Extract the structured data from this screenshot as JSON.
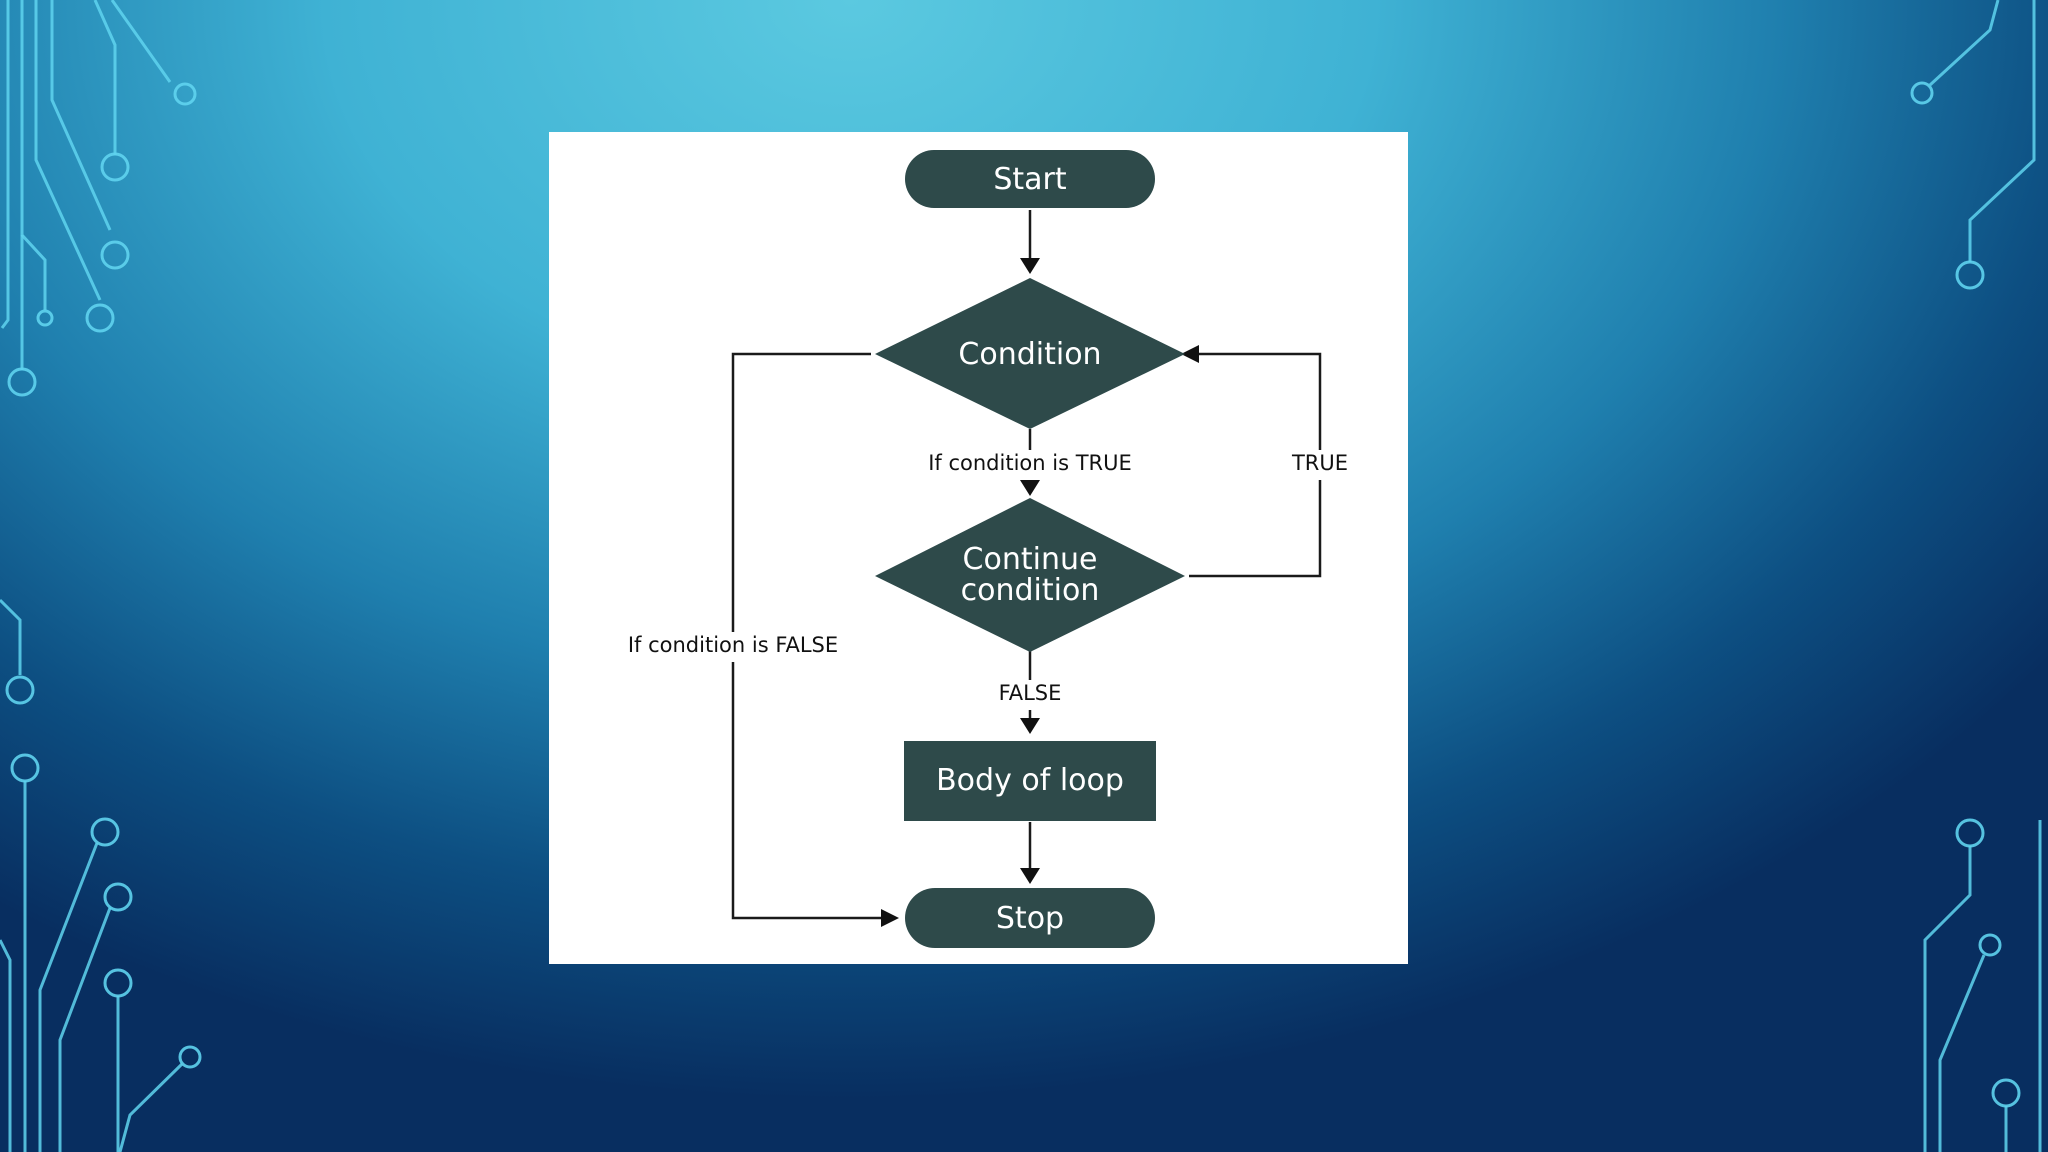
{
  "diagram": {
    "nodes": {
      "start": "Start",
      "condition": "Condition",
      "continue_line1": "Continue",
      "continue_line2": "condition",
      "body": "Body of loop",
      "stop": "Stop"
    },
    "edges": {
      "condition_true": "If condition is TRUE",
      "continue_true": "TRUE",
      "continue_false": "FALSE",
      "condition_false": "If condition is FALSE"
    },
    "colors": {
      "node_fill": "#2e4a4a",
      "node_text": "#ffffff",
      "connector": "#1a1a1a",
      "panel": "#ffffff"
    }
  },
  "background": {
    "gradient_light": "#5bc9e0",
    "gradient_dark": "#082e60",
    "circuit_color": "#5fd3ee",
    "decoration": "circuit-board-traces"
  }
}
